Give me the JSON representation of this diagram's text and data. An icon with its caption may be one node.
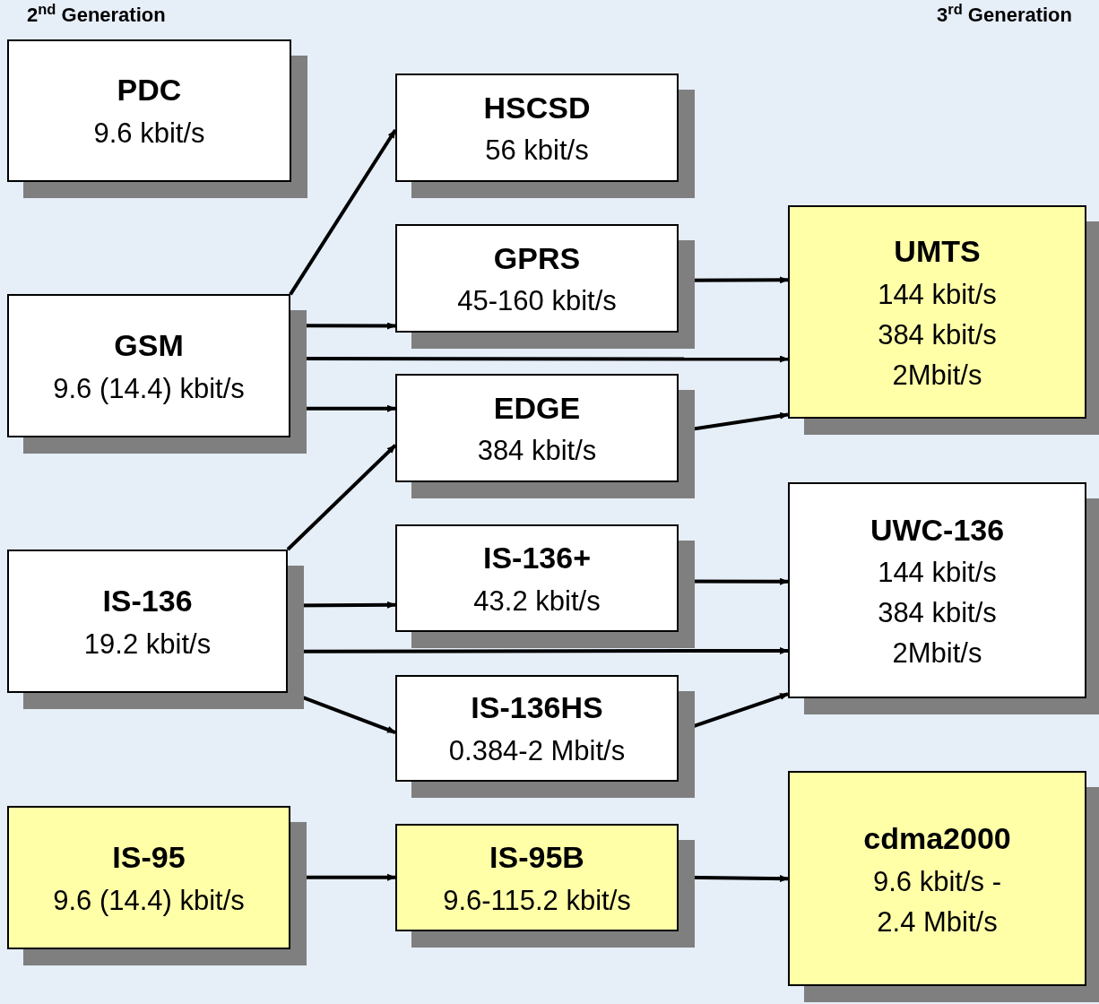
{
  "diagram": {
    "nodes": [
      {
        "text": [
          "PDC",
          "9.6 kbit/s"
        ]
      },
      {
        "text": [
          "HSCSD",
          "56 kbit/s"
        ]
      },
      {
        "text": [
          "GPRS",
          "45-160 kbit/s"
        ]
      },
      {
        "text": [
          "UMTS",
          "144 kbit/s",
          "384 kbit/s",
          "2Mbit/s"
        ]
      },
      {
        "text": [
          "GSM",
          "9.6 (14.4) kbit/s"
        ]
      },
      {
        "text": [
          "EDGE",
          "384 kbit/s"
        ]
      },
      {
        "text": [
          "UWC-136",
          "144 kbit/s",
          "384 kbit/s",
          "2Mbit/s"
        ]
      },
      {
        "text": [
          "IS-136",
          "19.2 kbit/s"
        ]
      },
      {
        "text": [
          "IS-136+",
          "43.2 kbit/s"
        ]
      },
      {
        "text": [
          "IS-136HS",
          "0.384-2 Mbit/s"
        ]
      },
      {
        "text": [
          "IS-95",
          "9.6 (14.4) kbit/s"
        ]
      },
      {
        "text": [
          "IS-95B",
          "9.6-115.2 kbit/s"
        ]
      },
      {
        "text": [
          "cdma2000",
          "9.6 kbit/s - 2.4 Mbit/s"
        ]
      }
    ],
    "edges": [
      {
        "from": 4,
        "to": 1,
        "arrow": "to"
      },
      {
        "from": 4,
        "to": 2,
        "arrow": "to"
      },
      {
        "from": 4,
        "to": 3,
        "arrow": "to"
      },
      {
        "from": 4,
        "to": 5,
        "arrow": "to"
      },
      {
        "from": 2,
        "to": 3,
        "arrow": "to"
      },
      {
        "from": 5,
        "to": 3,
        "arrow": "to"
      },
      {
        "from": 7,
        "to": 5,
        "arrow": "to"
      },
      {
        "from": 7,
        "to": 8,
        "arrow": "to"
      },
      {
        "from": 7,
        "to": 6,
        "arrow": "to"
      },
      {
        "from": 7,
        "to": 9,
        "arrow": "to"
      },
      {
        "from": 8,
        "to": 6,
        "arrow": "to"
      },
      {
        "from": 9,
        "to": 6,
        "arrow": "to"
      },
      {
        "from": 10,
        "to": 11,
        "arrow": "to"
      },
      {
        "from": 11,
        "to": 12,
        "arrow": "to"
      }
    ],
    "labels": [
      "2$^{nd}$ Generation",
      "3$^{rd}$ Generation"
    ]
  }
}
